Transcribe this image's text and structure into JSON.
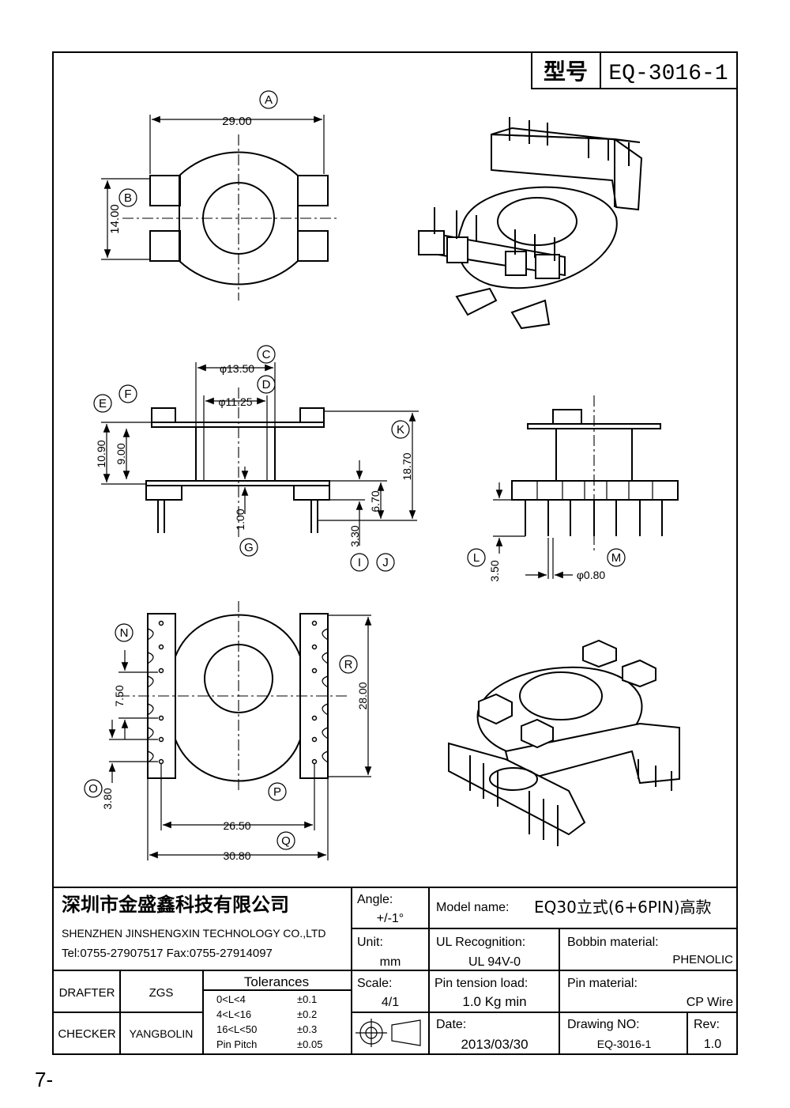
{
  "title_block": {
    "model_label": "型号",
    "model_value": "EQ-3016-1"
  },
  "callouts": [
    "A",
    "B",
    "C",
    "D",
    "E",
    "F",
    "G",
    "I",
    "J",
    "K",
    "L",
    "M",
    "N",
    "O",
    "P",
    "Q",
    "R"
  ],
  "dimensions": {
    "a": "29.00",
    "b": "14.00",
    "c": "φ13.50",
    "d": "φ11.25",
    "e": "10.90",
    "f": "9.00",
    "g": "1.00",
    "i": "3.30",
    "j": "6.70",
    "k": "18.70",
    "l": "3.50",
    "m": "φ0.80",
    "n": "7.50",
    "o": "3.80",
    "p": "26.50",
    "q": "30.80",
    "r": "28.00"
  },
  "footer": {
    "company_cn": "深圳市金盛鑫科技有限公司",
    "company_en": "SHENZHEN JINSHENGXIN TECHNOLOGY CO.,LTD",
    "contact": "Tel:0755-27907517   Fax:0755-27914097",
    "angle_label": "Angle:",
    "angle_value": "+/-1°",
    "model_name_label": "Model name:",
    "model_name_value": "EQ30立式(6+6PIN)高款",
    "unit_label": "Unit:",
    "unit_value": "mm",
    "ul_label": "UL Recognition:",
    "ul_value": "UL 94V-0",
    "bobbin_label": "Bobbin material:",
    "bobbin_value": "PHENOLIC",
    "drafter_label": "DRAFTER",
    "drafter_value": "ZGS",
    "tolerances_label": "Tolerances",
    "tolerances": [
      {
        "range": "0<L<4",
        "value": "±0.1"
      },
      {
        "range": "4<L<16",
        "value": "±0.2"
      },
      {
        "range": "16<L<50",
        "value": "±0.3"
      },
      {
        "range": "Pin Pitch",
        "value": "±0.05"
      }
    ],
    "scale_label": "Scale:",
    "scale_value": "4/1",
    "pin_tension_label": "Pin tension load:",
    "pin_tension_value": "1.0 Kg min",
    "pin_material_label": "Pin material:",
    "pin_material_value": "CP Wire",
    "checker_label": "CHECKER",
    "checker_value": "YANGBOLIN",
    "date_label": "Date:",
    "date_value": "2013/03/30",
    "drawing_no_label": "Drawing NO:",
    "drawing_no_value": "EQ-3016-1",
    "rev_label": "Rev:",
    "rev_value": "1.0"
  },
  "page_number": "7-"
}
